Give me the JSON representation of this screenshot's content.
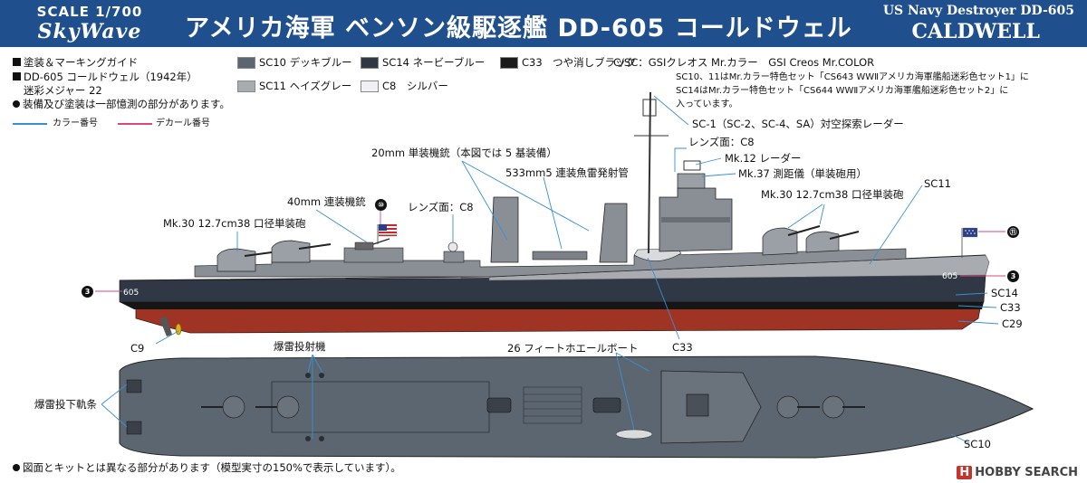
{
  "header": {
    "scale": "SCALE 1/700",
    "brand": "SkyWave",
    "title_jp": "アメリカ海軍 ベンソン級駆逐艦 DD-605 コールドウェル",
    "title_en_line1": "US Navy Destroyer DD-605",
    "title_en_line2": "CALDWELL",
    "color": "#1f4f8c"
  },
  "guide": {
    "heading": "塗装＆マーキングガイド",
    "ship_line1": "DD-605 コールドウェル（1942年）",
    "ship_line2": "迷彩メジャー 22",
    "note": "装備及び塗装は一部憶測の部分があります。",
    "bottom_note": "図面とキットとは異なる部分があります（模型実寸の150%で表示しています）。"
  },
  "legend": {
    "color_number": "カラー番号",
    "decal_number": "デカール番号",
    "color_line": "#3a8fd4",
    "decal_line": "#d9477c"
  },
  "paints": [
    {
      "code": "SC10",
      "name": "デッキブルー",
      "hex": "#5c6670"
    },
    {
      "code": "SC14",
      "name": "ネービーブルー",
      "hex": "#2f3844"
    },
    {
      "code": "C33",
      "name": "つや消しブラック",
      "hex": "#1a1a1a"
    },
    {
      "code": "SC11",
      "name": "ヘイズグレー",
      "hex": "#a8acb0"
    },
    {
      "code": "C8",
      "name": "シルバー",
      "hex": "#f0f0f2"
    }
  ],
  "paint_notes": {
    "line1": "C/SC：GSIクレオス Mr.カラー　GSI Creos Mr.COLOR",
    "line2": "SC10、11はMr.カラー特色セット「CS643 WWⅡアメリカ海軍艦船迷彩色セット1」に",
    "line3": "SC14はMr.カラー特色セット「CS644 WWⅡアメリカ海軍艦船迷彩色セット2」に",
    "line4": "入っています。"
  },
  "callouts": {
    "sc1_radar": "SC-1（SC-2、SC-4、SA）対空探索レーダー",
    "lens_c8_top": "レンズ面：C8",
    "mk12": "Mk.12 レーダー",
    "mk37": "Mk.37 測距儀（単装砲用）",
    "sc11": "SC11",
    "mk30_right": "Mk.30 12.7cm38 口径単装砲",
    "mg20": "20mm 単装機銃（本図では 5 基装備）",
    "torpedo": "533mm5 連装魚雷発射管",
    "bofors": "40mm 連装機銃",
    "lens_c8_mid": "レンズ面：C8",
    "mk30_left": "Mk.30 12.7cm38 口径単装砲",
    "decal_10": "⑩",
    "decal_11": "⑪",
    "decal_3": "3",
    "sc14": "SC14",
    "c33_right": "C33",
    "c29": "C29",
    "c9": "C9",
    "c33_mid": "C33",
    "dc_projector": "爆雷投射機",
    "whaleboat": "26 フィートホエールボート",
    "dc_rack": "爆雷投下軌条",
    "sc10": "SC10",
    "hull_number": "605"
  },
  "watermark": "HOBBY SEARCH",
  "watermark_logo": "H"
}
